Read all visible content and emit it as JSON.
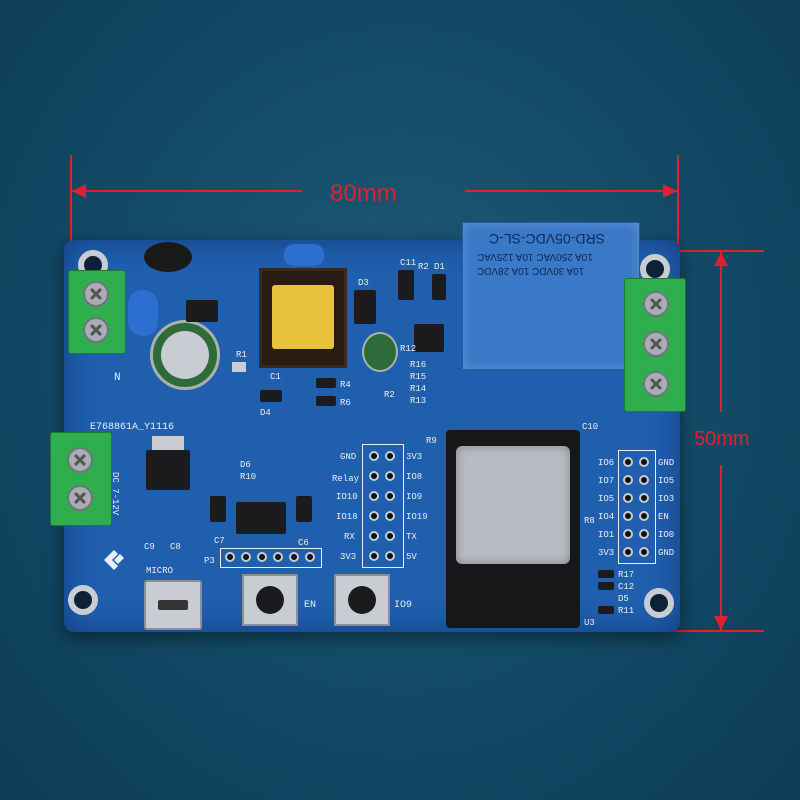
{
  "dimensions": {
    "width_label": "80mm",
    "height_label": "50mm"
  },
  "relay": {
    "model": "SRD-05VDC-SL-C",
    "rating1": "10A 250VAC 10A 125VAC",
    "rating2": "10A 30VDC 10A 28VDC"
  },
  "board": {
    "part_number": "E768861A_Y1116",
    "power_label": "DC 7-12V",
    "ac_label": "N",
    "micro_label": "MICRO",
    "en_label": "EN",
    "io9_label": "IO9",
    "left_header": [
      "GND",
      "Relay",
      "IO10",
      "IO18",
      "RX",
      "3V3"
    ],
    "mid_header": [
      "3V3",
      "IO8",
      "IO9",
      "IO19",
      "TX",
      "5V"
    ],
    "right_header_left": [
      "IO6",
      "IO7",
      "IO5",
      "IO4",
      "IO1",
      "3V3"
    ],
    "right_header_right": [
      "GND",
      "IO5",
      "IO3",
      "EN",
      "IO0",
      "GND"
    ],
    "designators": [
      "C11",
      "R2",
      "D1",
      "D3",
      "R1",
      "C1",
      "D4",
      "R4",
      "R6",
      "R2",
      "R16",
      "R15",
      "R14",
      "R13",
      "R12",
      "D6",
      "R10",
      "C7",
      "C9",
      "C8",
      "C6",
      "P3",
      "R9",
      "C10",
      "R8",
      "R17",
      "C12",
      "R11",
      "U3",
      "D5"
    ]
  },
  "colors": {
    "background": "#134c68",
    "pcb": "#1f5fae",
    "terminal": "#2fae4e",
    "relay": "#3a78c8",
    "annotation": "#e0202a"
  }
}
